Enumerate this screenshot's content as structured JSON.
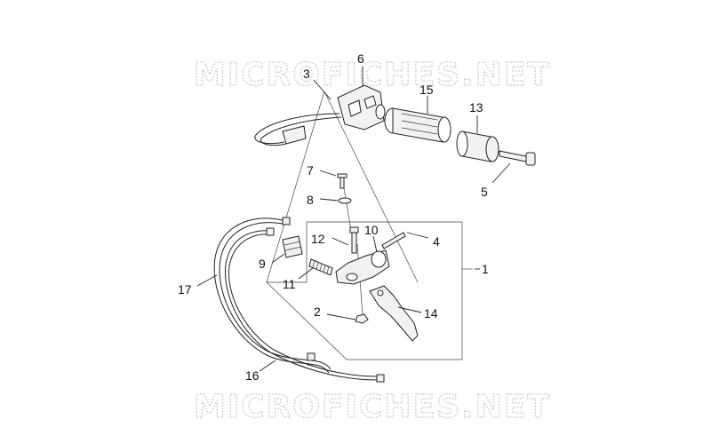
{
  "watermarks": {
    "top": "MICROFICHES.NET",
    "bottom": "MICROFICHES.NET"
  },
  "callouts": [
    {
      "id": "c1",
      "label": "1"
    },
    {
      "id": "c2",
      "label": "2"
    },
    {
      "id": "c3",
      "label": "3"
    },
    {
      "id": "c4",
      "label": "4"
    },
    {
      "id": "c5",
      "label": "5"
    },
    {
      "id": "c6",
      "label": "6"
    },
    {
      "id": "c7",
      "label": "7"
    },
    {
      "id": "c8",
      "label": "8"
    },
    {
      "id": "c9",
      "label": "9"
    },
    {
      "id": "c10",
      "label": "10"
    },
    {
      "id": "c11",
      "label": "11"
    },
    {
      "id": "c12",
      "label": "12"
    },
    {
      "id": "c13",
      "label": "13"
    },
    {
      "id": "c14",
      "label": "14"
    },
    {
      "id": "c15",
      "label": "15"
    },
    {
      "id": "c16",
      "label": "16"
    },
    {
      "id": "c17",
      "label": "17"
    }
  ]
}
